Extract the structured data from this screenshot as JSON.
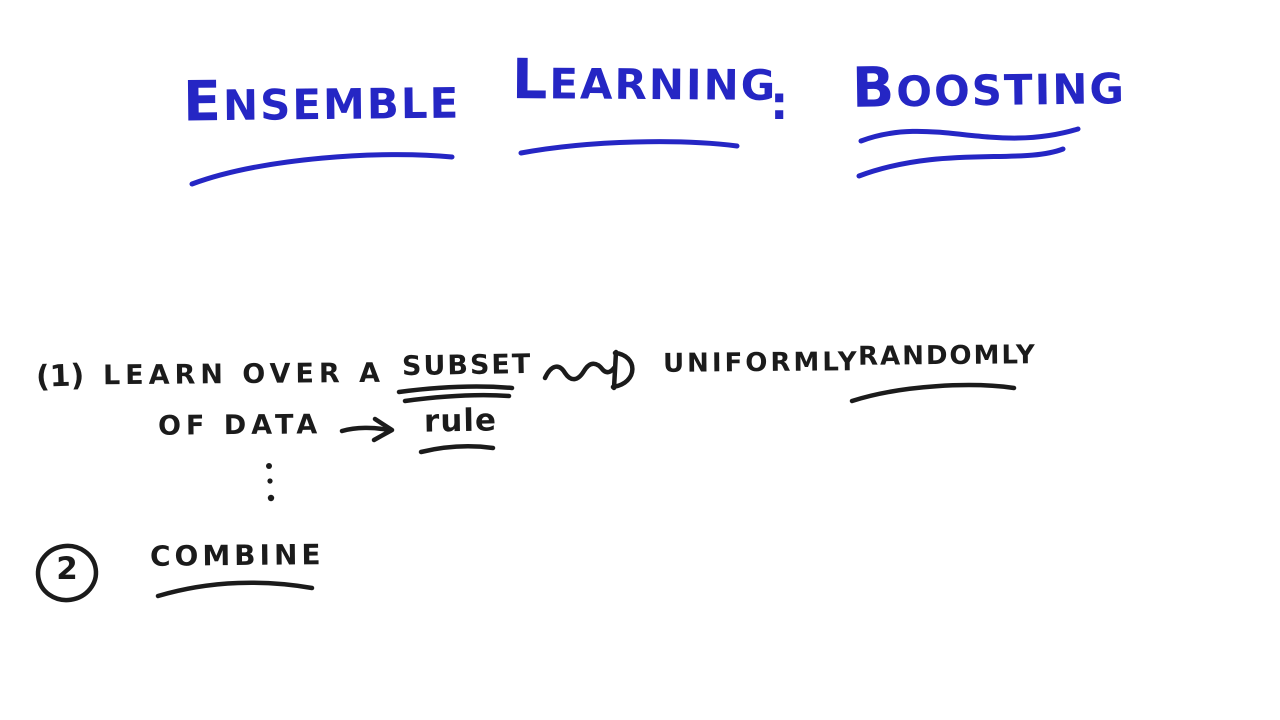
{
  "canvas": {
    "background": "#ffffff",
    "ink_blue": "#2526c4",
    "ink_black": "#1b1b1b"
  },
  "title": {
    "word1": "ENSEMBLE",
    "word2": "LEARNING",
    "separator": ":",
    "word3": "BOOSTING"
  },
  "notes": {
    "step1": {
      "number": "(1)",
      "line1_text": "LEARN OVER A",
      "line1_emphasis": "SUBSET",
      "annotation_word1": "UNIFORMLY",
      "annotation_word2": "RANDOMLY",
      "line2_text": "OF DATA",
      "line2_result": "rule"
    },
    "step2": {
      "number": "2",
      "text": "COMBINE"
    }
  },
  "icons": {
    "squiggly_arrow": "squiggly-arrow-right",
    "straight_arrow": "arrow-right",
    "vertical_ellipsis": "vertical-dots",
    "circled_number": "circle-annotation"
  }
}
